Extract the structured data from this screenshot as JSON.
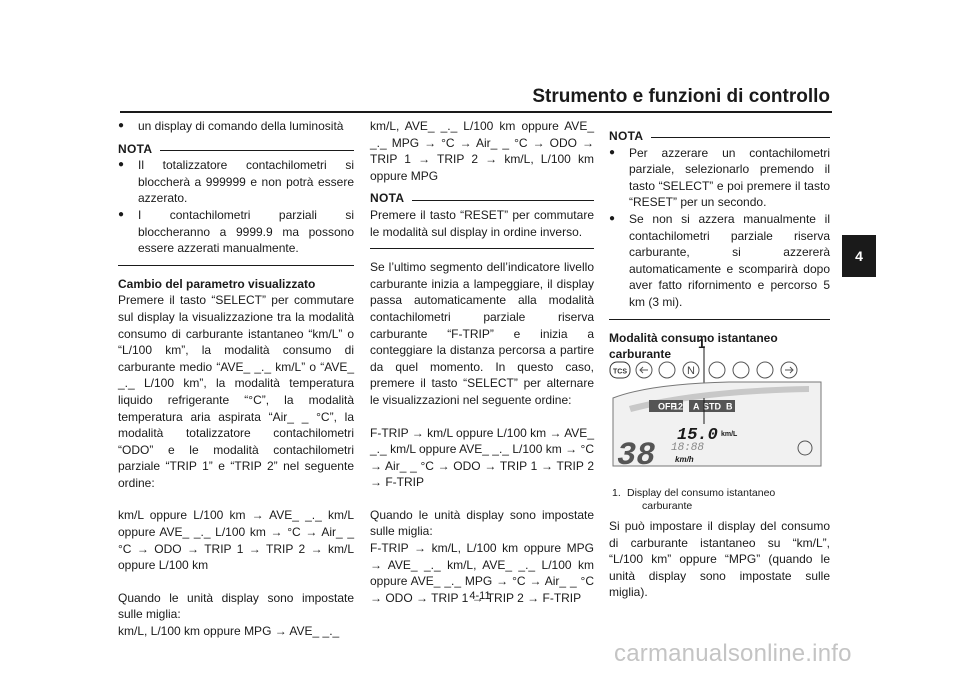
{
  "header": {
    "title": "Strumento e funzioni di controllo",
    "chapter": "4"
  },
  "col1": {
    "bullet0": "un display di comando della luminosità",
    "nota_label": "NOTA",
    "nota_bullets": [
      "Il totalizzatore contachilometri si bloccherà a 999999 e non potrà essere azzerato.",
      "I contachilometri parziali si bloccheranno a 9999.9 ma possono essere azzerati manualmente."
    ],
    "heading": "Cambio del parametro visualizzato",
    "para1": "Premere il tasto “SELECT” per commutare sul display la visualizzazione tra la modalità consumo di carburante istantaneo “km/L” o “L/100 km”, la modalità consumo di carburante medio “AVE_ _._ km/L” o “AVE_ _._ L/100 km”, la modalità temperatura liquido refrigerante “°C”, la modalità temperatura aria aspirata “Air_ _ °C”, la modalità totalizzatore contachilometri “ODO” e le modalità contachilometri parziale “TRIP 1” e “TRIP 2” nel seguente ordine:",
    "para2": "km/L oppure L/100 km → AVE_ _._ km/L oppure AVE_ _._ L/100 km → °C → Air_ _ °C → ODO → TRIP 1 → TRIP 2 → km/L oppure L/100 km",
    "para3": "Quando le unità display sono impostate sulle miglia:",
    "para4": "km/L, L/100 km oppure MPG → AVE_ _._"
  },
  "col2": {
    "para1": "km/L, AVE_ _._ L/100 km oppure AVE_ _._ MPG → °C → Air_ _ °C → ODO → TRIP 1 → TRIP 2 → km/L, L/100 km oppure MPG",
    "nota_label": "NOTA",
    "nota_text": "Premere il tasto “RESET” per commutare le modalità sul display in ordine inverso.",
    "para2": "Se l’ultimo segmento dell’indicatore livello carburante inizia a lampeggiare, il display passa automaticamente alla modalità contachilometri parziale riserva carburante “F-TRIP” e inizia a conteggiare la distanza percorsa a partire da quel momento. In questo caso, premere il tasto “SELECT” per alternare le visualizzazioni nel seguente ordine:",
    "para3": "F-TRIP → km/L oppure L/100 km → AVE_ _._ km/L oppure AVE_ _._ L/100 km → °C → Air_ _ °C → ODO → TRIP 1 → TRIP 2 → F-TRIP",
    "para4": "Quando le unità display sono impostate sulle miglia:",
    "para5": "F-TRIP → km/L, L/100 km oppure MPG → AVE_ _._ km/L, AVE_ _._ L/100 km oppure AVE_ _._ MPG → °C → Air_ _ °C → ODO → TRIP 1 → TRIP 2 → F-TRIP"
  },
  "col3": {
    "nota_label": "NOTA",
    "nota_bullets": [
      "Per azzerare un contachilometri parziale, selezionarlo premendo il tasto “SELECT” e poi premere il tasto “RESET” per un secondo.",
      "Se non si azzera manualmente il contachilometri parziale riserva carburante, si azzererà automaticamente e scomparirà dopo aver fatto rifornimento e percorso 5 km (3 mi)."
    ],
    "heading": "Modalità consumo istantaneo carburante",
    "callout": "1",
    "figure": {
      "tcs": "TCS",
      "n": "N",
      "off": "OFF",
      "d1": "1",
      "d2": "2",
      "a": "A",
      "std": "STD",
      "b": "B",
      "reading": "15.0",
      "unit": "km/L",
      "clock": "18:88",
      "speed": "38",
      "speed_unit": "km/h"
    },
    "caption_num": "1.",
    "caption_line1": "Display del consumo istantaneo",
    "caption_line2": "carburante",
    "after": "Si può impostare il display del consumo di carburante istantaneo su “km/L”, “L/100 km” oppure “MPG” (quando le unità display sono impostate sulle miglia)."
  },
  "footer": {
    "page": "4-11",
    "watermark": "carmanualsonline.info"
  }
}
